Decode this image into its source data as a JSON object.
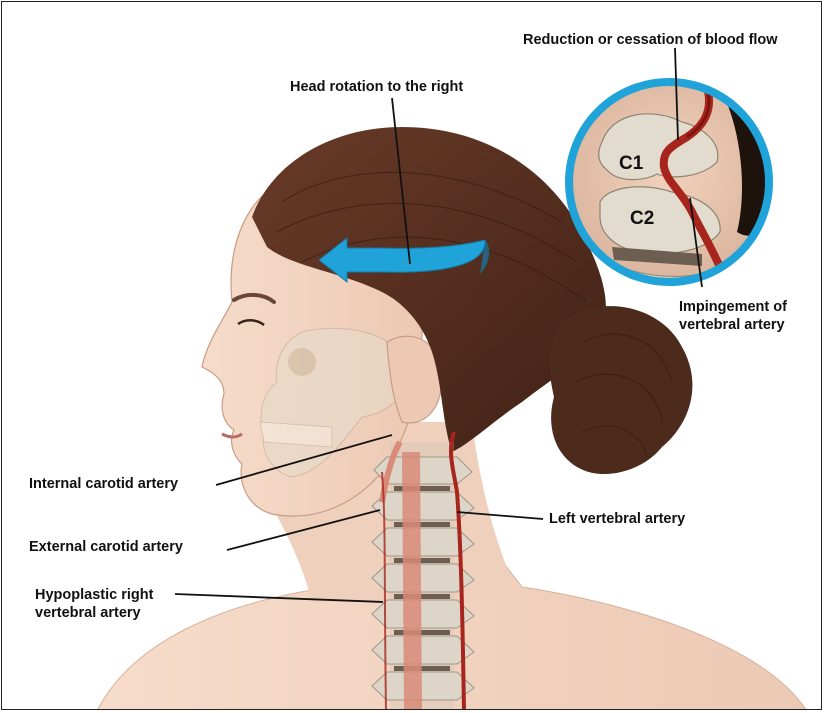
{
  "labels": {
    "head_rotation": "Head rotation to the right",
    "reduction": "Reduction or cessation of blood flow",
    "impingement_line1": "Impingement of",
    "impingement_line2": "vertebral artery",
    "internal_carotid": "Internal carotid artery",
    "external_carotid": "External carotid artery",
    "left_vertebral": "Left vertebral artery",
    "hypoplastic_line1": "Hypoplastic right",
    "hypoplastic_line2": "vertebral artery",
    "c1": "C1",
    "c2": "C2"
  },
  "colors": {
    "skin": "#f2d6c4",
    "hair": "#5a3222",
    "bone": "#ddd6c8",
    "artery": "#a8251d",
    "carotid": "#d98a78",
    "arrow": "#1fa3d8",
    "inset_ring": "#1fa3d8"
  }
}
